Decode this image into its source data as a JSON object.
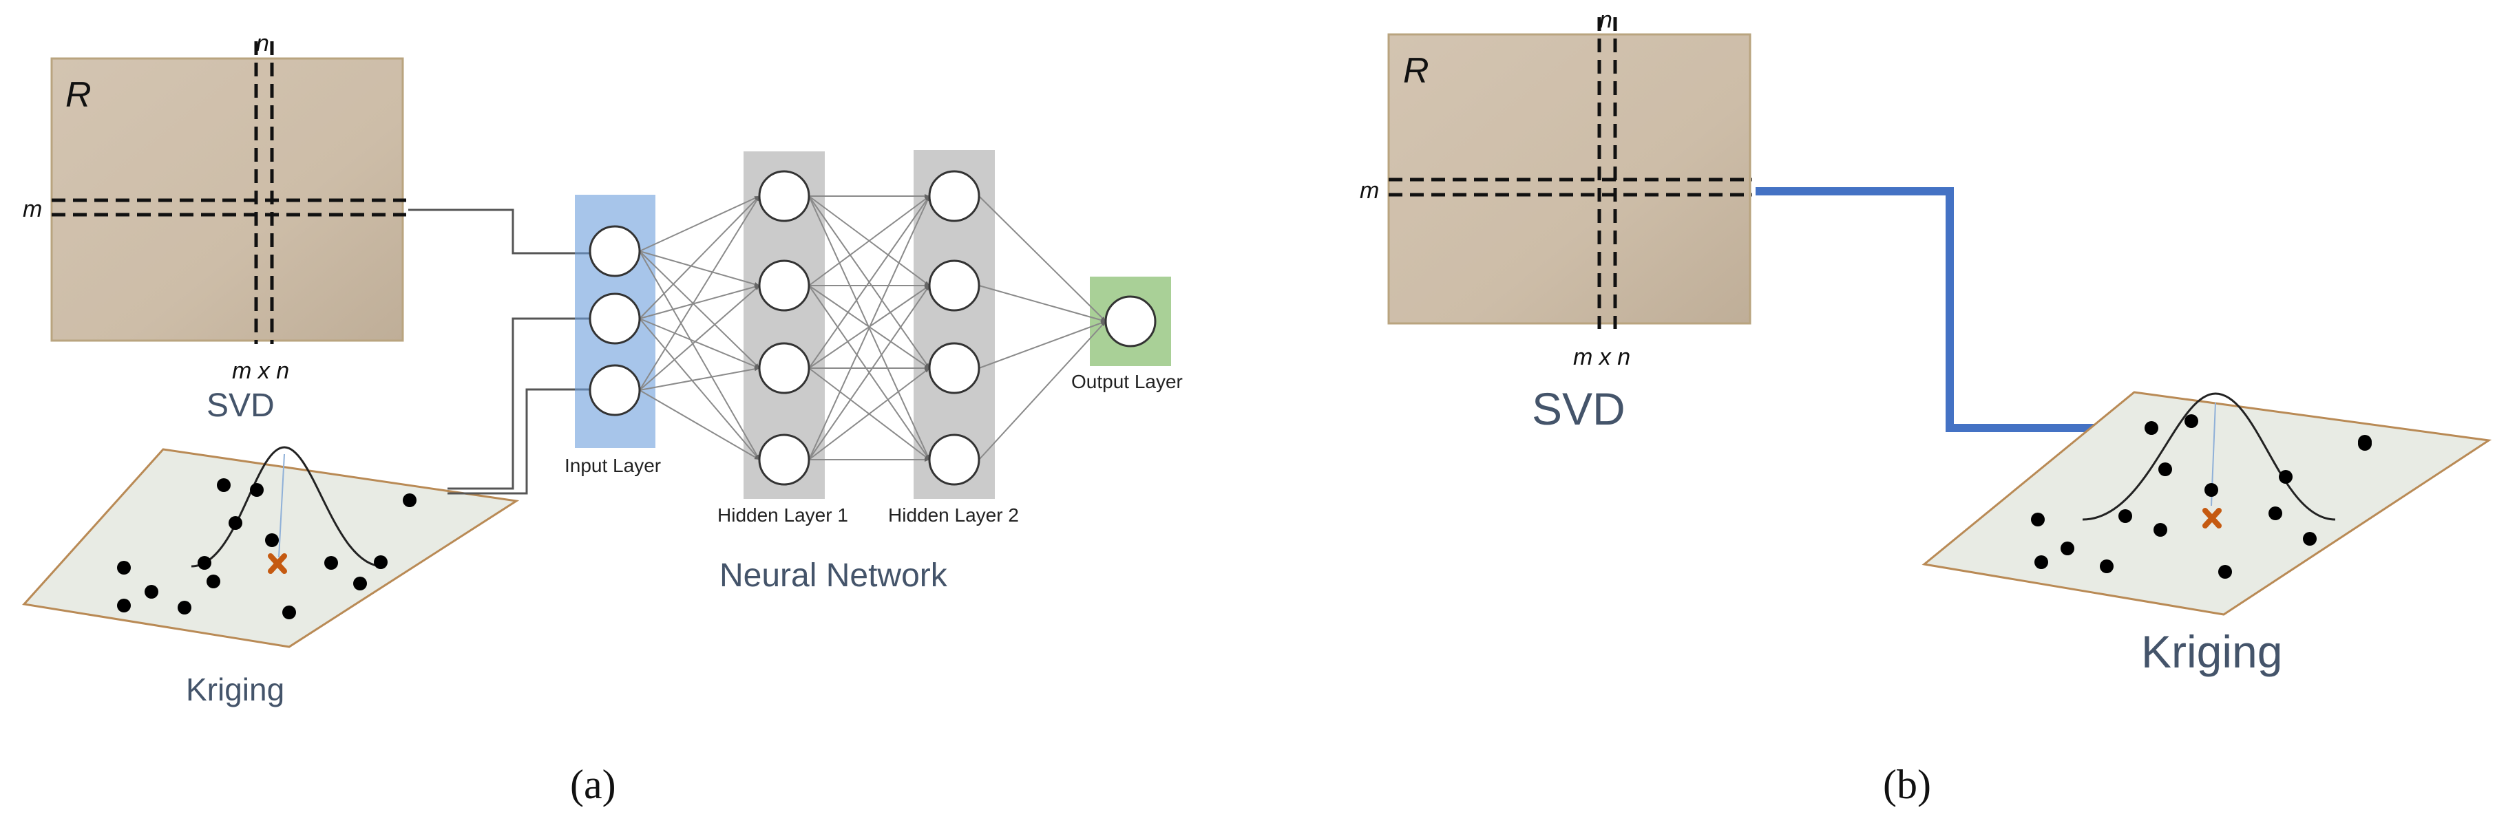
{
  "panel_a": {
    "matrix": {
      "name": "R",
      "row_label": "m",
      "col_label": "n",
      "dims": "m x n",
      "method": "SVD"
    },
    "kriging_label": "Kriging",
    "network_title": "Neural Network",
    "input_layer": "Input Layer",
    "hidden_layer_1": "Hidden Layer 1",
    "hidden_layer_2": "Hidden Layer 2",
    "output_layer": "Output Layer",
    "caption": "(a)"
  },
  "panel_b": {
    "matrix": {
      "name": "R",
      "row_label": "m",
      "col_label": "n",
      "dims": "m x n",
      "method": "SVD"
    },
    "kriging_label": "Kriging",
    "caption": "(b)"
  },
  "colors": {
    "matrix_fill": "#cbbba6",
    "input_layer": "#6d9fdc",
    "hidden_layer": "#b9b9b9",
    "output_layer": "#93c47d",
    "plane": "#e8ebe4",
    "arrow_b": "#4472c4",
    "marker": "#c55a11"
  }
}
